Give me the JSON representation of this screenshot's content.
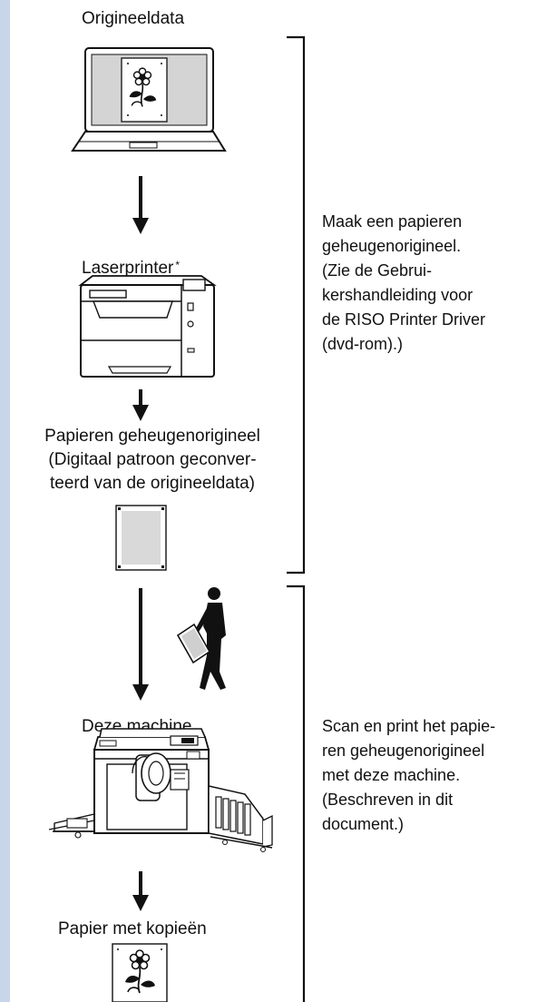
{
  "steps": {
    "origin_label": "Origineeldata",
    "laserprinter_label": "Laserprinter",
    "laserprinter_mark": "*",
    "paper_master_lines": [
      "Papieren geheugenorigineel",
      "(Digitaal patroon geconver-",
      "teerd van de origineeldata)"
    ],
    "machine_label": "Deze machine",
    "output_label": "Papier met kopieën"
  },
  "notes": {
    "top": [
      "Maak een papieren",
      "geheugenorigineel.",
      "(Zie de Gebrui-",
      "kershandleiding voor",
      "de RISO Printer Driver",
      "(dvd-rom).)"
    ],
    "bottom": [
      "Scan en print het papie-",
      "ren geheugenorigineel",
      "met deze machine.",
      "(Beschreven in dit",
      "document.)"
    ]
  },
  "colors": {
    "sidebar": "#c9d6ea",
    "ink": "#111111",
    "screen_gray": "#d4d4d4",
    "paper_gray": "#d9d9d9"
  },
  "icons": [
    "laptop-icon",
    "flower-icon",
    "arrow-down-icon",
    "laser-printer-icon",
    "paper-sheet-icon",
    "walking-person-icon",
    "riso-machine-icon",
    "bracket-icon"
  ]
}
